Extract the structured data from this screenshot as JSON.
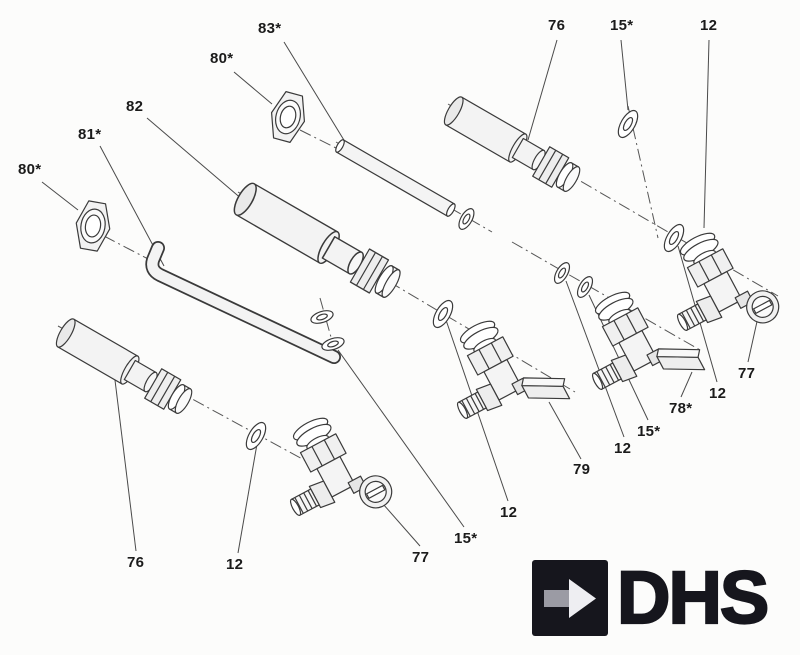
{
  "diagram": {
    "description_labels_note": "exploded parts diagram part numbers",
    "labels": [
      {
        "text": "83*"
      },
      {
        "text": "80*"
      },
      {
        "text": "82"
      },
      {
        "text": "81*"
      },
      {
        "text": "80*"
      },
      {
        "text": "76"
      },
      {
        "text": "15*"
      },
      {
        "text": "12"
      },
      {
        "text": "77"
      },
      {
        "text": "12"
      },
      {
        "text": "78*"
      },
      {
        "text": "15*"
      },
      {
        "text": "12"
      },
      {
        "text": "79"
      },
      {
        "text": "12"
      },
      {
        "text": "15*"
      },
      {
        "text": "76"
      },
      {
        "text": "12"
      },
      {
        "text": "77"
      }
    ],
    "line_color": "#3a3a3a",
    "centerline_color": "#555555"
  },
  "logo": {
    "text": "DHS",
    "colors": {
      "square": "#16161d",
      "arrow_shaft": "#9b9ba4",
      "arrow_head": "#eeeef2",
      "text": "#16161d"
    }
  }
}
